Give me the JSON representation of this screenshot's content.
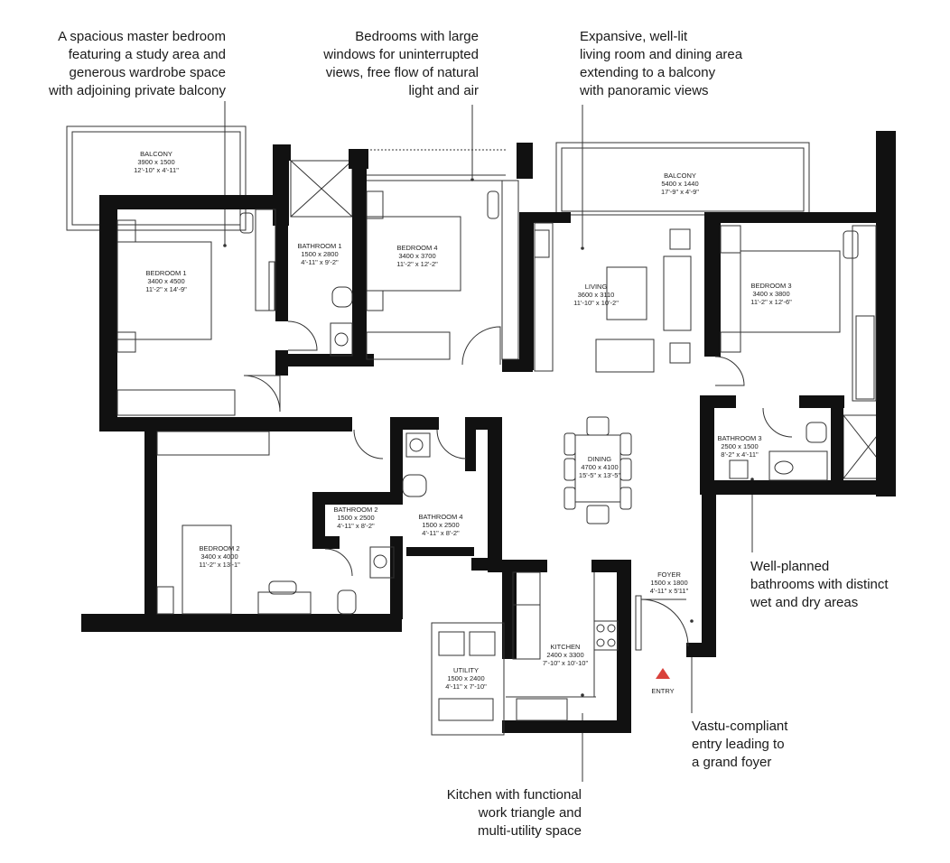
{
  "callouts": [
    {
      "id": "master",
      "lines": [
        "A spacious master bedroom",
        "featuring a study area and",
        "generous wardrobe space",
        "with adjoining private balcony"
      ]
    },
    {
      "id": "bedrooms",
      "lines": [
        "Bedrooms with large",
        "windows for uninterrupted",
        "views, free flow of natural",
        "light and air"
      ]
    },
    {
      "id": "living",
      "lines": [
        "Expansive, well-lit",
        "living room and dining area",
        "extending to a balcony",
        "with panoramic views"
      ]
    },
    {
      "id": "bathrooms",
      "lines": [
        "Well-planned",
        "bathrooms with distinct",
        "wet and dry areas"
      ]
    },
    {
      "id": "entry",
      "lines": [
        "Vastu-compliant",
        "entry leading to",
        "a grand foyer"
      ]
    },
    {
      "id": "kitchen",
      "lines": [
        "Kitchen with functional",
        "work triangle and",
        "multi-utility space"
      ]
    }
  ],
  "rooms": [
    {
      "id": "balcony1",
      "name": "BALCONY",
      "metric": "3900 x 1500",
      "imperial": "12'-10\" x 4'-11\""
    },
    {
      "id": "balcony2",
      "name": "BALCONY",
      "metric": "5400 x 1440",
      "imperial": "17'-9\" x 4'-9\""
    },
    {
      "id": "bedroom1",
      "name": "BEDROOM 1",
      "metric": "3400 x 4500",
      "imperial": "11'-2\" x 14'-9\""
    },
    {
      "id": "bathroom1",
      "name": "BATHROOM 1",
      "metric": "1500 x 2800",
      "imperial": "4'-11\" x 9'-2\""
    },
    {
      "id": "bedroom4",
      "name": "BEDROOM 4",
      "metric": "3400 x 3700",
      "imperial": "11'-2\" x 12'-2\""
    },
    {
      "id": "living",
      "name": "LIVING",
      "metric": "3600 x 3110",
      "imperial": "11'-10\" x 10'-2\""
    },
    {
      "id": "bedroom3",
      "name": "BEDROOM 3",
      "metric": "3400 x 3800",
      "imperial": "11'-2\" x 12'-6\""
    },
    {
      "id": "bathroom3",
      "name": "BATHROOM 3",
      "metric": "2500 x 1500",
      "imperial": "8'-2\" x 4'-11\""
    },
    {
      "id": "dining",
      "name": "DINING",
      "metric": "4700 x 4100",
      "imperial": "15'-5\" x 13'-5\""
    },
    {
      "id": "bathroom2",
      "name": "BATHROOM 2",
      "metric": "1500 x 2500",
      "imperial": "4'-11\" x 8'-2\""
    },
    {
      "id": "bathroom4",
      "name": "BATHROOM 4",
      "metric": "1500 x 2500",
      "imperial": "4'-11\" x 8'-2\""
    },
    {
      "id": "bedroom2",
      "name": "BEDROOM 2",
      "metric": "3400 x 4000",
      "imperial": "11'-2\" x 13'-1\""
    },
    {
      "id": "foyer",
      "name": "FOYER",
      "metric": "1500 x 1800",
      "imperial": "4'-11\" x 5'11\""
    },
    {
      "id": "kitchen",
      "name": "KITCHEN",
      "metric": "2400 x 3300",
      "imperial": "7'-10\" x 10'-10\""
    },
    {
      "id": "utility",
      "name": "UTILITY",
      "metric": "1500 x 2400",
      "imperial": "4'-11\" x 7'-10\""
    }
  ],
  "entry": {
    "label": "ENTRY",
    "marker_color": "#d9413b"
  },
  "colors": {
    "wall": "#111111",
    "line": "#333333"
  }
}
